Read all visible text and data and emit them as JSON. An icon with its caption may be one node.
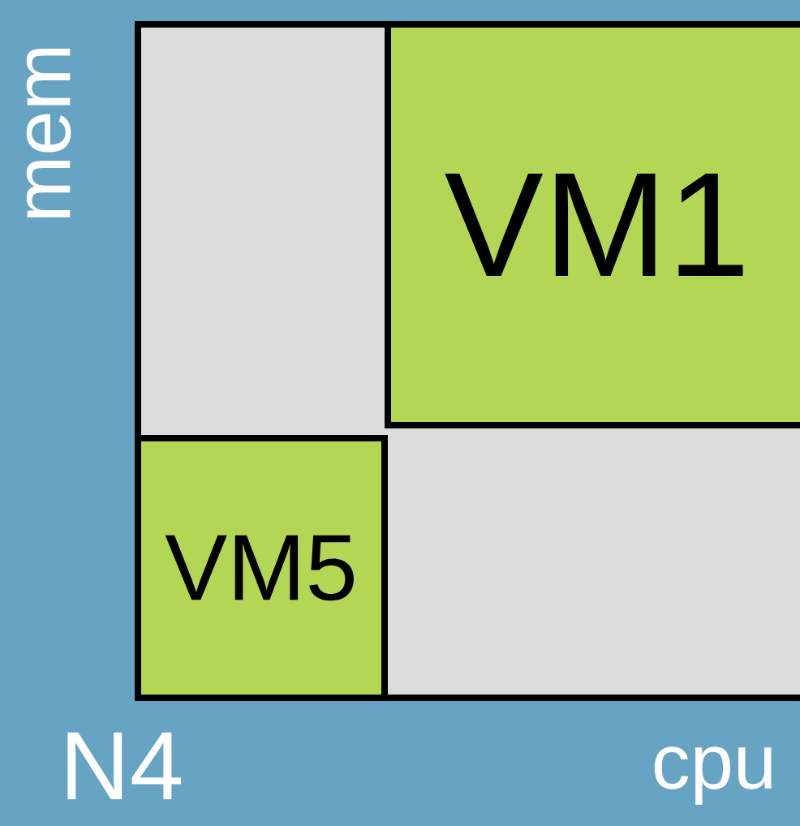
{
  "diagram": {
    "nodes": [
      {
        "text": [],
        "shape": "box"
      },
      {
        "text": [
          "VM1"
        ],
        "in": 0
      },
      {
        "text": [
          "VM5"
        ],
        "in": 0
      }
    ],
    "labels": [
      "mem",
      "N4",
      "cpu"
    ]
  }
}
